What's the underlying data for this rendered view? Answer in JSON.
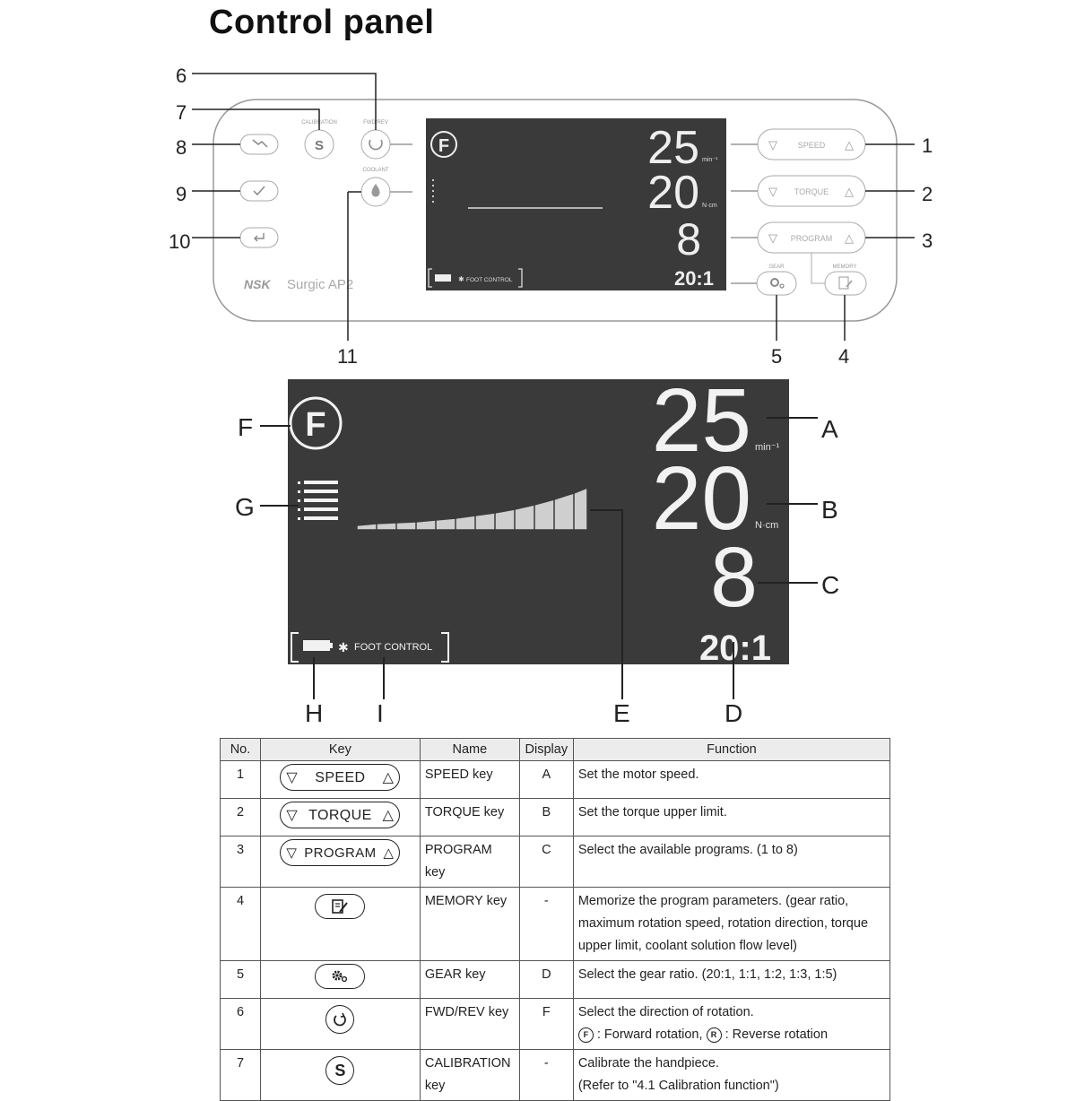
{
  "page_title": "Control panel",
  "panel": {
    "brand": "NSK",
    "model": "Surgic AP2",
    "key_labels": {
      "calibration": "CALIBRATION",
      "fwd_rev": "FWD/REV",
      "coolant": "COOLANT",
      "speed": "SPEED",
      "torque": "TORQUE",
      "program": "PROGRAM",
      "gear": "GEAR",
      "memory": "MEMORY",
      "calibration_key_glyph": "S"
    },
    "display": {
      "direction": "F",
      "speed": "25",
      "speed_unit": "min⁻¹",
      "torque": "20",
      "torque_unit": "N·cm",
      "program": "8",
      "gear_ratio": "20:1",
      "foot_control": "FOOT CONTROL"
    },
    "callouts_left": [
      "6",
      "7",
      "8",
      "9",
      "10"
    ],
    "callouts_right": [
      "1",
      "2",
      "3"
    ],
    "callouts_bottom": [
      "11",
      "5",
      "4"
    ]
  },
  "detail": {
    "direction": "F",
    "speed": "25",
    "speed_unit": "min⁻¹",
    "torque": "20",
    "torque_unit": "N·cm",
    "program": "8",
    "gear_ratio": "20:1",
    "foot_control": "FOOT CONTROL",
    "letters": {
      "A": "A",
      "B": "B",
      "C": "C",
      "D": "D",
      "E": "E",
      "F": "F",
      "G": "G",
      "H": "H",
      "I": "I"
    }
  },
  "table": {
    "headers": [
      "No.",
      "Key",
      "Name",
      "Display",
      "Function"
    ],
    "rows": [
      {
        "no": "1",
        "key_text": "SPEED",
        "name": "SPEED key",
        "display": "A",
        "function": "Set the motor speed."
      },
      {
        "no": "2",
        "key_text": "TORQUE",
        "name": "TORQUE key",
        "display": "B",
        "function": "Set the torque upper limit."
      },
      {
        "no": "3",
        "key_text": "PROGRAM",
        "name": "PROGRAM key",
        "display": "C",
        "function": "Select the available programs. (1 to 8)"
      },
      {
        "no": "4",
        "key_icon": "memory-icon",
        "name": "MEMORY key",
        "display": "-",
        "function": "Memorize the program parameters. (gear ratio, maximum rotation speed, rotation direction, torque upper limit, coolant solution flow level)"
      },
      {
        "no": "5",
        "key_icon": "gear-icon",
        "name": "GEAR key",
        "display": "D",
        "function": "Select the gear ratio. (20:1, 1:1, 1:2, 1:3, 1:5)"
      },
      {
        "no": "6",
        "key_icon": "rotation-icon",
        "name": "FWD/REV key",
        "display": "F",
        "function": "Select the direction of rotation.",
        "function_line2": {
          "f_glyph": "F",
          "f_text": ": Forward rotation,",
          "r_glyph": "R",
          "r_text": ": Reverse rotation"
        }
      },
      {
        "no": "7",
        "key_glyph": "S",
        "name": "CALIBRATION key",
        "display": "-",
        "function": "Calibrate the handpiece.",
        "function_line2": "(Refer to \"4.1    Calibration function\")"
      }
    ]
  }
}
